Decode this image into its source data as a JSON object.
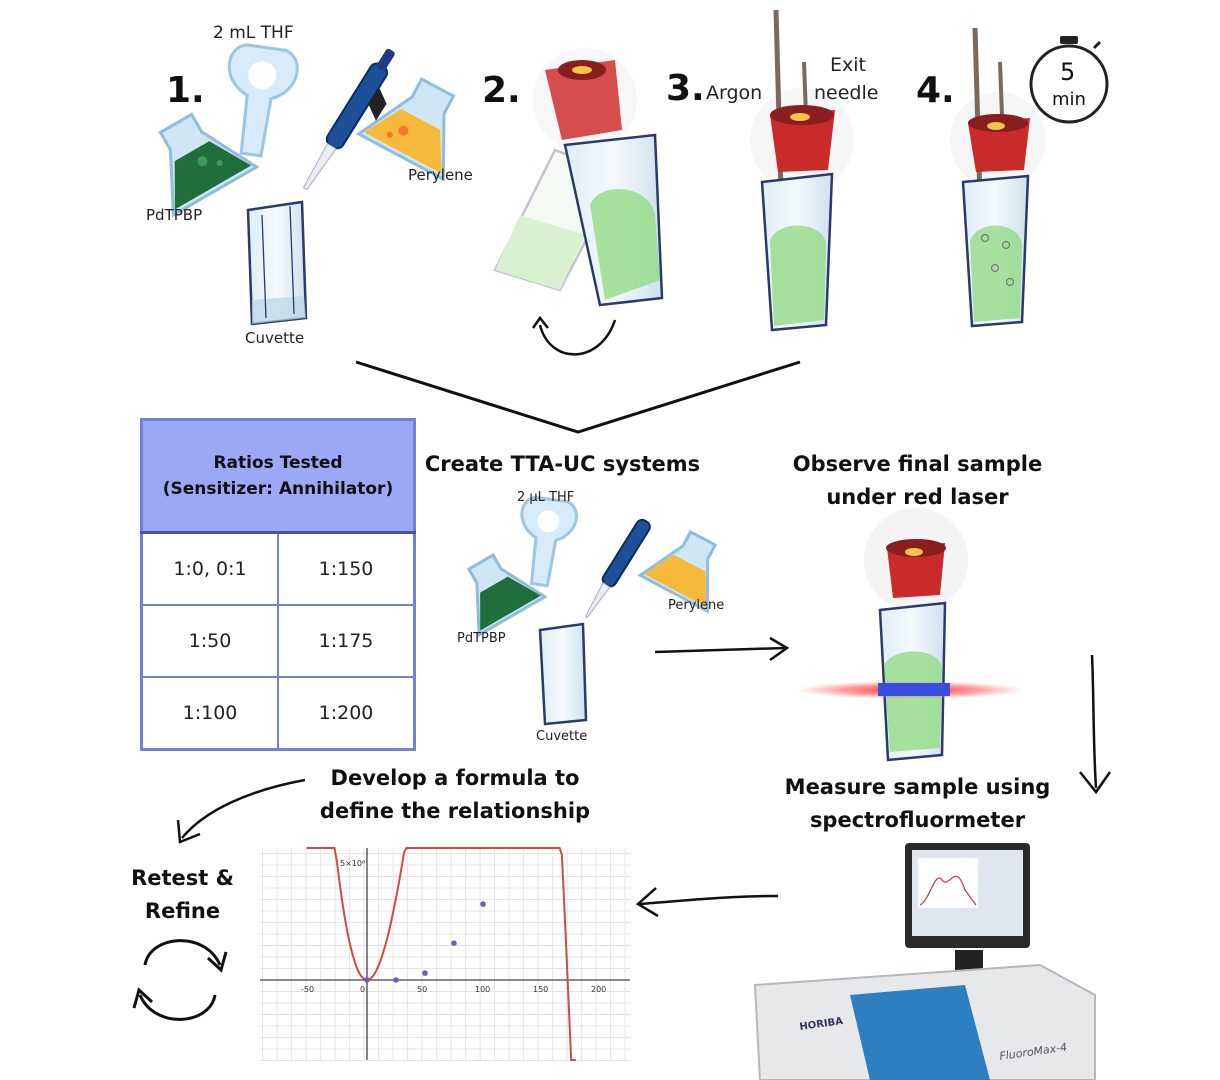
{
  "step1": {
    "number": "1.",
    "solvent": "2 mL THF",
    "sensitizer": "PdTPBP",
    "annihilator": "Perylene",
    "vessel": "Cuvette"
  },
  "step2": {
    "number": "2."
  },
  "step3": {
    "number": "3.",
    "gas": "Argon",
    "exit_line1": "Exit",
    "exit_line2": "needle"
  },
  "step4": {
    "number": "4.",
    "timer_value": "5",
    "timer_unit": "min"
  },
  "ratios_table": {
    "header_line1": "Ratios Tested",
    "header_line2": "(Sensitizer: Annihilator)",
    "rows": [
      [
        "1:0, 0:1",
        "1:150"
      ],
      [
        "1:50",
        "1:175"
      ],
      [
        "1:100",
        "1:200"
      ]
    ]
  },
  "create": {
    "title": "Create TTA-UC systems",
    "solvent": "2 µL THF",
    "sensitizer": "PdTPBP",
    "annihilator": "Perylene",
    "vessel": "Cuvette"
  },
  "observe": {
    "line1": "Observe final sample",
    "line2": "under red laser"
  },
  "measure": {
    "line1": "Measure sample using",
    "line2": "spectrofluormeter"
  },
  "develop": {
    "line1": "Develop a formula to",
    "line2": "define the relationship"
  },
  "retest": {
    "line1": "Retest &",
    "line2": "Refine"
  },
  "plot": {
    "y_max_label": "5×10⁶",
    "x_tick_labels": [
      "-50",
      "0",
      "50",
      "100",
      "150",
      "200"
    ],
    "x_ticks": [
      -50,
      0,
      50,
      100,
      150,
      200
    ],
    "points": [
      [
        0,
        0
      ],
      [
        25,
        0
      ],
      [
        50,
        0.3
      ],
      [
        75,
        1.6
      ],
      [
        100,
        3.3
      ]
    ],
    "curve_color": "#d24a45",
    "point_color": "#6a5acd"
  },
  "instrument": {
    "brand": "HORIBA",
    "model": "FluoroMax-4"
  }
}
